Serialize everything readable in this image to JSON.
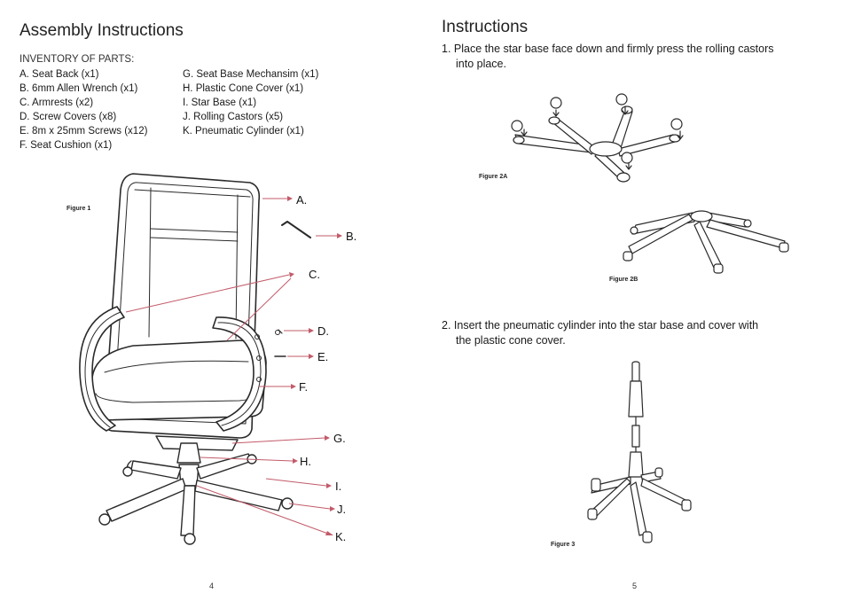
{
  "left_page": {
    "title": "Assembly Instructions",
    "inventory_heading": "INVENTORY OF PARTS:",
    "parts_col1": [
      "A. Seat Back (x1)",
      "B. 6mm Allen Wrench (x1)",
      "C. Armrests (x2)",
      "D. Screw Covers (x8)",
      "E. 8m x 25mm Screws (x12)",
      "F. Seat Cushion (x1)"
    ],
    "parts_col2": [
      "G. Seat Base Mechansim (x1)",
      "H. Plastic Cone Cover (x1)",
      "I.   Star Base (x1)",
      "J.  Rolling Castors (x5)",
      "K.  Pneumatic Cylinder (x1)"
    ],
    "figure_caption": "Figure 1",
    "part_labels": [
      "A.",
      "B.",
      "C.",
      "D.",
      "E.",
      "F.",
      "G.",
      "H.",
      "I.",
      "J.",
      "K."
    ],
    "page_number": "4"
  },
  "right_page": {
    "title": "Instructions",
    "step1_line1": "1. Place the star base face down and firmly press the rolling castors",
    "step1_line2": "into place.",
    "figure_2a_caption": "Figure 2A",
    "figure_2b_caption": "Figure 2B",
    "step2_line1": "2. Insert the pneumatic cylinder into the star base and cover with",
    "step2_line2": "the plastic cone cover.",
    "figure_3_caption": "Figure 3",
    "page_number": "5"
  },
  "colors": {
    "pointer_lines": "#c25b6a",
    "text": "#1a1a1a"
  }
}
